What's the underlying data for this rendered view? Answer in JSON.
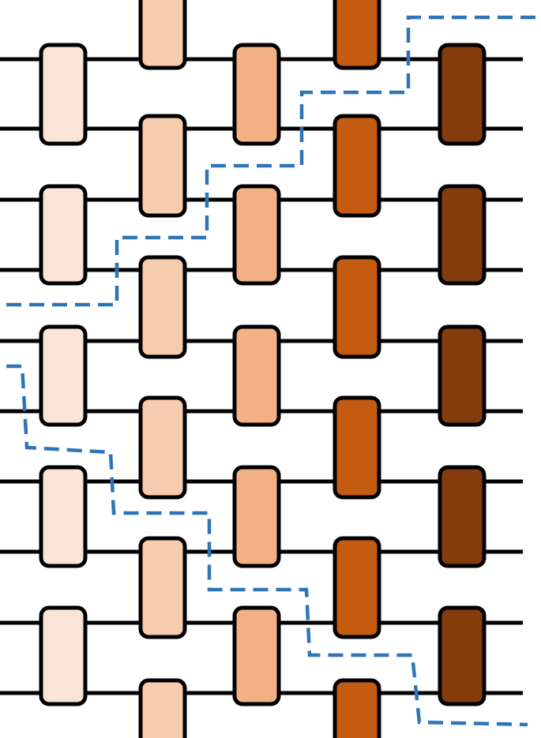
{
  "diagram": {
    "rows": 10,
    "columns": [
      {
        "gates": [
          "a",
          "a",
          "a",
          "a",
          "a"
        ],
        "color": "#fae4d7"
      },
      {
        "gates": [
          "b",
          "b",
          "b",
          "b",
          "b",
          "b"
        ],
        "color": "#f7cbad"
      },
      {
        "gates": [
          "a",
          "a",
          "a",
          "a",
          "a"
        ],
        "color": "#f2b084"
      },
      {
        "gates": [
          "b",
          "b",
          "b",
          "b",
          "b",
          "b"
        ],
        "color": "#c55a11"
      },
      {
        "gates": [
          "a",
          "a",
          "a",
          "a",
          "a"
        ],
        "color": "#843c0c"
      }
    ],
    "wire_color": "#000000",
    "cut_line": {
      "style": "dashed",
      "color": "#2e75b6",
      "count": 2
    }
  }
}
